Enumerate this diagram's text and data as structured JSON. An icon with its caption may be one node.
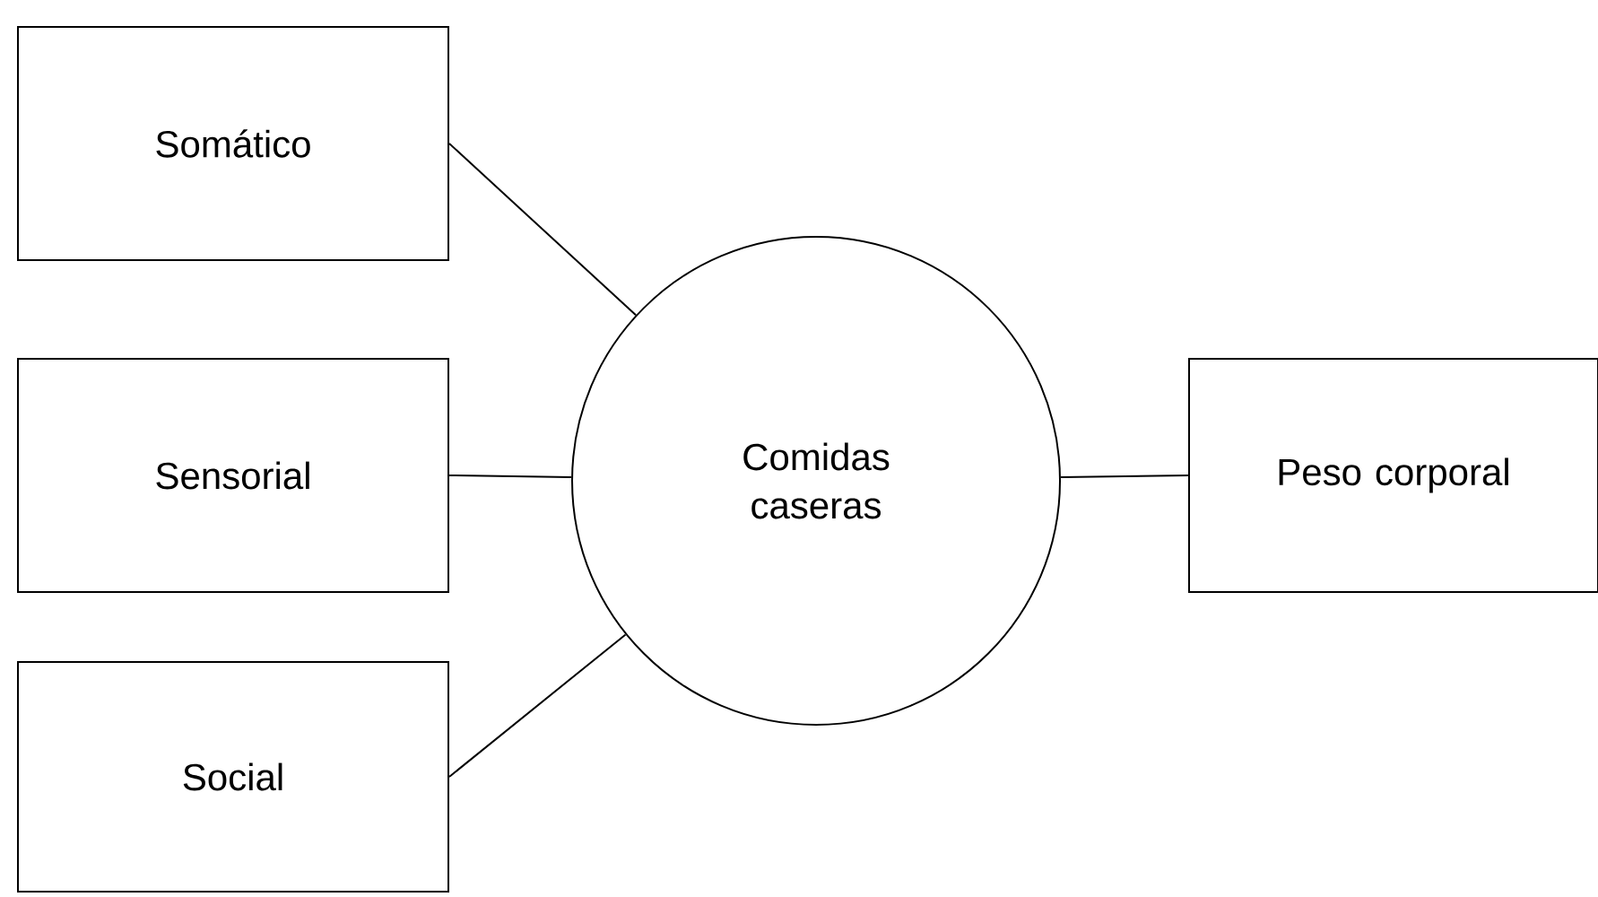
{
  "diagram": {
    "nodes": [
      {
        "text": [
          "Somático"
        ]
      },
      {
        "text": [
          "Sensorial"
        ]
      },
      {
        "text": [
          "Social"
        ]
      },
      {
        "text": [
          "Comidas caseras"
        ]
      },
      {
        "text": [
          "Peso corporal"
        ]
      }
    ],
    "edges": [
      {
        "from": 0,
        "to": 3,
        "arrow": "none"
      },
      {
        "from": 1,
        "to": 3,
        "arrow": "none"
      },
      {
        "from": 2,
        "to": 3,
        "arrow": "none"
      },
      {
        "from": 3,
        "to": 4,
        "arrow": "none"
      }
    ]
  }
}
